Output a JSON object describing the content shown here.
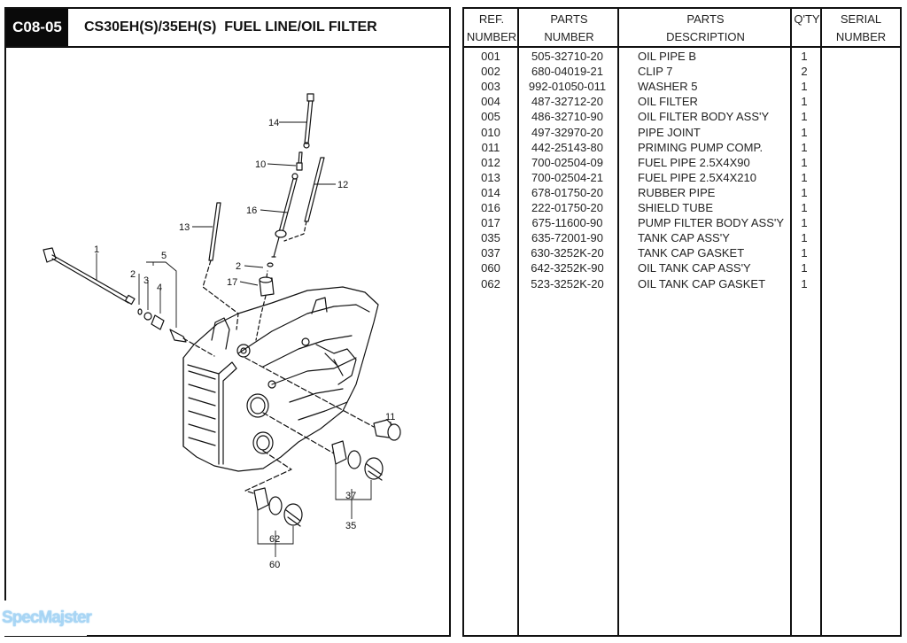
{
  "header": {
    "page_code": "C08-05",
    "title": "CS30EH(S)/35EH(S)  FUEL LINE/OIL FILTER"
  },
  "table": {
    "columns": [
      {
        "line1": "REF.",
        "line2": "NUMBER"
      },
      {
        "line1": "PARTS",
        "line2": "NUMBER"
      },
      {
        "line1": "PARTS",
        "line2": "DESCRIPTION"
      },
      {
        "line1": "Q'TY",
        "line2": ""
      },
      {
        "line1": "SERIAL",
        "line2": "NUMBER"
      }
    ],
    "rows": [
      {
        "ref": "001",
        "part_number": "505-32710-20",
        "description": "OIL PIPE B",
        "qty": "1",
        "serial": ""
      },
      {
        "ref": "002",
        "part_number": "680-04019-21",
        "description": "CLIP 7",
        "qty": "2",
        "serial": ""
      },
      {
        "ref": "003",
        "part_number": "992-01050-011",
        "description": "WASHER 5",
        "qty": "1",
        "serial": ""
      },
      {
        "ref": "004",
        "part_number": "487-32712-20",
        "description": "OIL FILTER",
        "qty": "1",
        "serial": ""
      },
      {
        "ref": "005",
        "part_number": "486-32710-90",
        "description": "OIL FILTER BODY ASS'Y",
        "qty": "1",
        "serial": ""
      },
      {
        "ref": "010",
        "part_number": "497-32970-20",
        "description": "PIPE JOINT",
        "qty": "1",
        "serial": ""
      },
      {
        "ref": "011",
        "part_number": "442-25143-80",
        "description": "PRIMING PUMP COMP.",
        "qty": "1",
        "serial": ""
      },
      {
        "ref": "012",
        "part_number": "700-02504-09",
        "description": "FUEL PIPE 2.5X4X90",
        "qty": "1",
        "serial": ""
      },
      {
        "ref": "013",
        "part_number": "700-02504-21",
        "description": "FUEL PIPE 2.5X4X210",
        "qty": "1",
        "serial": ""
      },
      {
        "ref": "014",
        "part_number": "678-01750-20",
        "description": "RUBBER PIPE",
        "qty": "1",
        "serial": ""
      },
      {
        "ref": "016",
        "part_number": "222-01750-20",
        "description": "SHIELD TUBE",
        "qty": "1",
        "serial": ""
      },
      {
        "ref": "017",
        "part_number": "675-11600-90",
        "description": "PUMP FILTER BODY ASS'Y",
        "qty": "1",
        "serial": ""
      },
      {
        "ref": "035",
        "part_number": "635-72001-90",
        "description": "TANK CAP ASS'Y",
        "qty": "1",
        "serial": ""
      },
      {
        "ref": "037",
        "part_number": "630-3252K-20",
        "description": "TANK CAP GASKET",
        "qty": "1",
        "serial": ""
      },
      {
        "ref": "060",
        "part_number": "642-3252K-90",
        "description": "OIL TANK CAP ASS'Y",
        "qty": "1",
        "serial": ""
      },
      {
        "ref": "062",
        "part_number": "523-3252K-20",
        "description": "OIL TANK CAP GASKET",
        "qty": "1",
        "serial": ""
      }
    ]
  },
  "diagram": {
    "callouts": {
      "c1": "1",
      "c2a": "2",
      "c2b": "2",
      "c3": "3",
      "c4": "4",
      "c5": "5",
      "c10": "10",
      "c11": "11",
      "c12": "12",
      "c13": "13",
      "c14": "14",
      "c16": "16",
      "c17": "17",
      "c35": "35",
      "c37": "37",
      "c60": "60",
      "c62": "62"
    }
  },
  "watermark": {
    "text": "SpecMajster"
  }
}
